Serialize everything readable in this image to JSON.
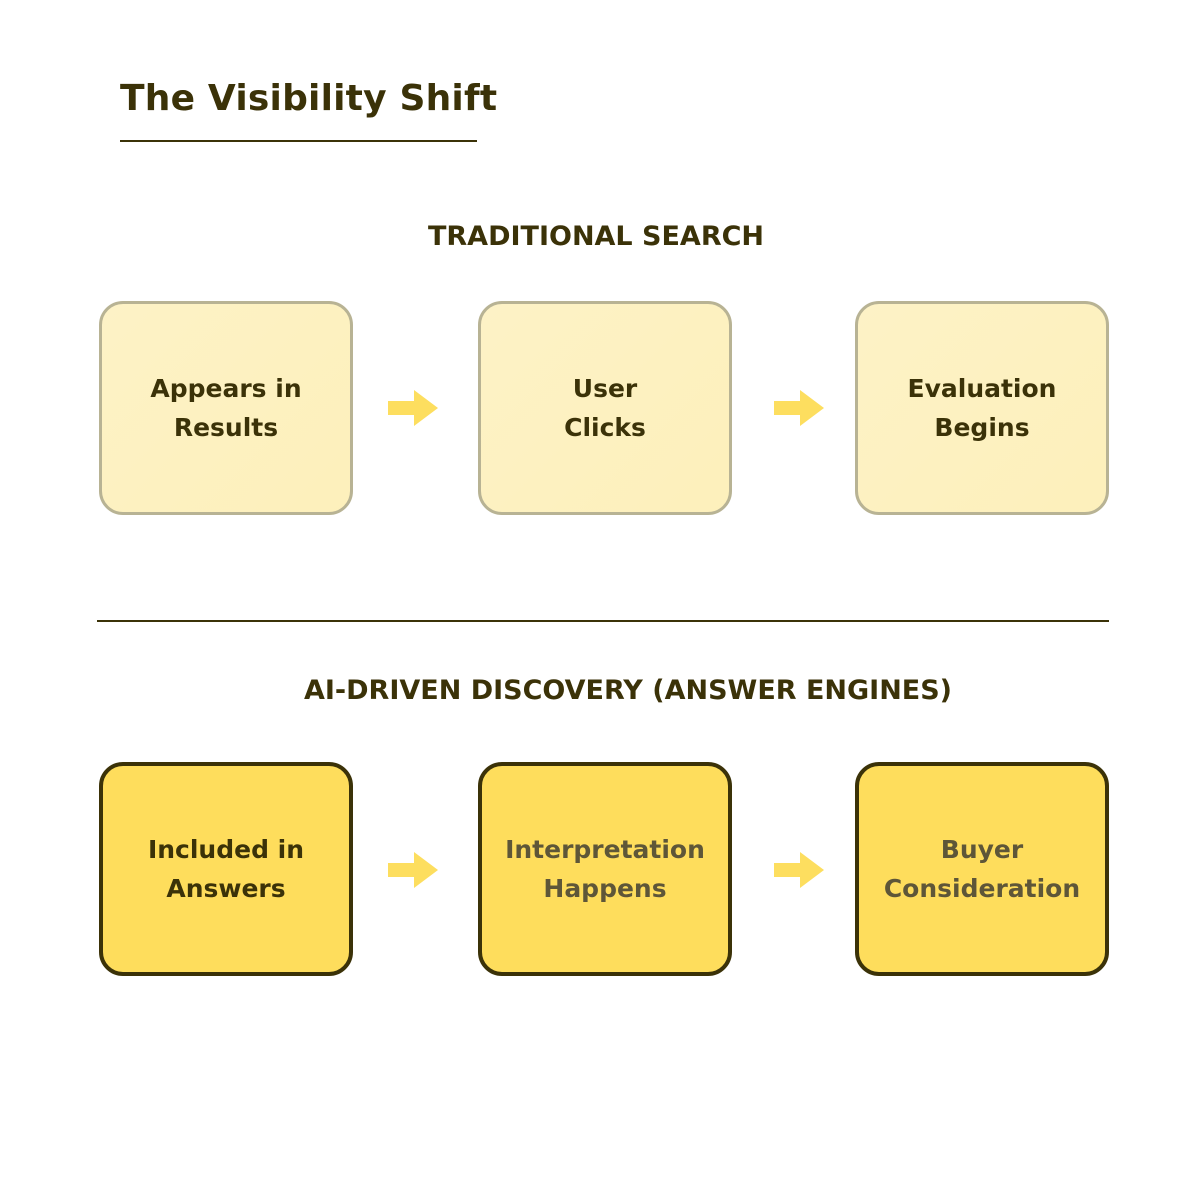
{
  "title": "The Visibility Shift",
  "traditional": {
    "heading": "TRADITIONAL SEARCH",
    "steps": [
      {
        "line1": "Appears in",
        "line2": "Results"
      },
      {
        "line1": "User",
        "line2": "Clicks"
      },
      {
        "line1": "Evaluation",
        "line2": "Begins"
      }
    ]
  },
  "ai": {
    "heading": "AI-DRIVEN DISCOVERY (ANSWER ENGINES)",
    "steps": [
      {
        "line1": "Included in",
        "line2": "Answers"
      },
      {
        "line1": "Interpretation",
        "line2": "Happens"
      },
      {
        "line1": "Buyer",
        "line2": "Consideration"
      }
    ]
  },
  "colors": {
    "text": "#3b3208",
    "traditional_fill": "#fdf0bb",
    "traditional_border": "#b8b394",
    "ai_fill": "#fedd5c",
    "ai_border": "#3b3208",
    "arrow": "#fdde5f"
  },
  "icons": {
    "flow_arrow": "right-arrow-icon"
  }
}
